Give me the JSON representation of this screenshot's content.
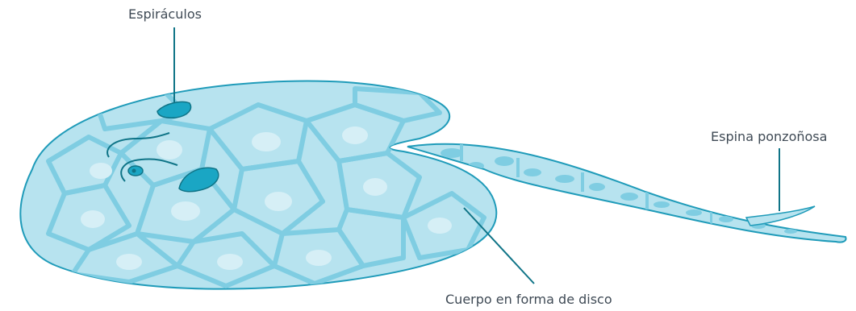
{
  "labels": {
    "espiraculos": "Espiráculos",
    "espina": "Espina ponzoñosa",
    "cuerpo": "Cuerpo en forma de disco"
  },
  "colors": {
    "body_fill": "#b7e3ef",
    "body_stroke": "#1f9bb9",
    "pattern": "#7fcde2",
    "leader": "#0f7487",
    "spiracle": "#1aa6c4",
    "label_text": "#3f4a55"
  }
}
